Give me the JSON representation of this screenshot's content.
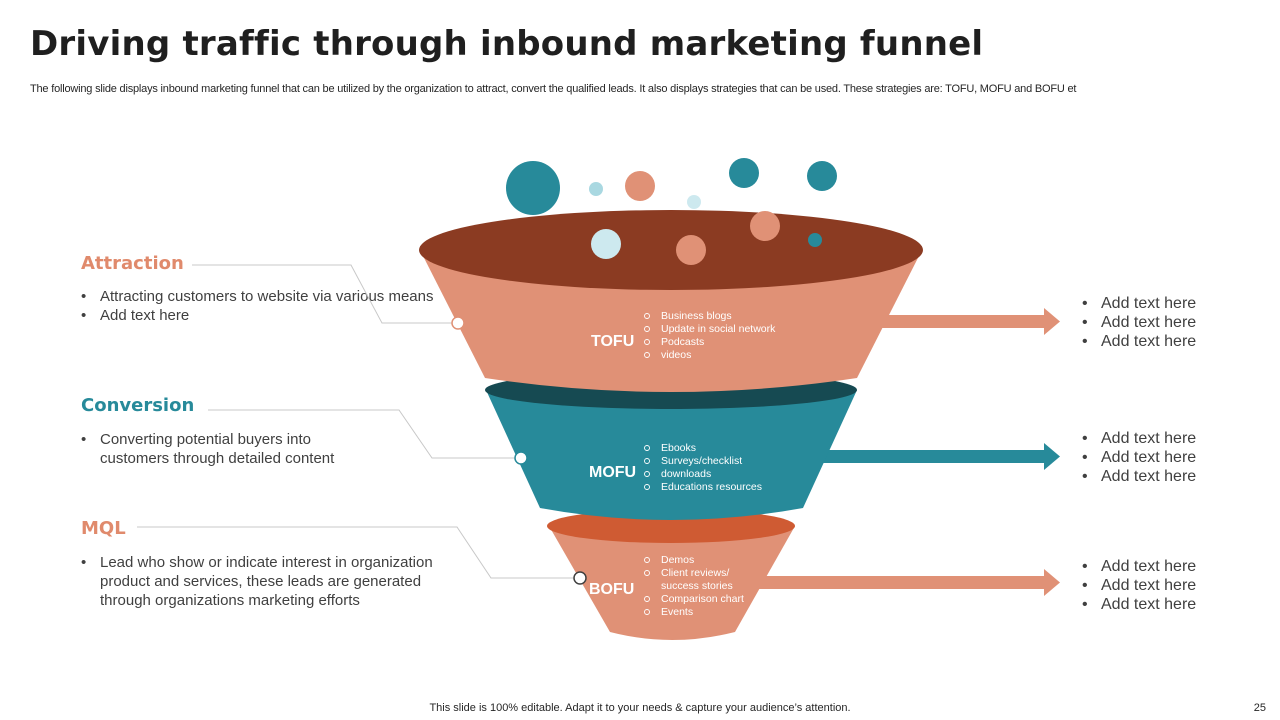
{
  "title": "Driving traffic through inbound marketing funnel",
  "subtitle": "The following slide displays inbound marketing funnel that can be utilized by the organization to attract, convert the qualified leads. It also displays strategies that can be used. These strategies are: TOFU, MOFU  and BOFU et",
  "colors": {
    "rim": "#8b3b22",
    "tofu": "#e09176",
    "mofu_rim": "#164a52",
    "mofu": "#278a9a",
    "bofu_rim": "#cf5b33",
    "bofu": "#e09176",
    "attraction": "#e08a6c",
    "conversion": "#278a9a",
    "mql": "#e08a6c"
  },
  "stages": [
    {
      "title": "Attraction",
      "bullets": [
        "Attracting customers to website via various means",
        "Add text here"
      ]
    },
    {
      "title": "Conversion",
      "bullets": [
        "Converting potential buyers into customers through  detailed content"
      ]
    },
    {
      "title": "MQL",
      "bullets": [
        "Lead who show or indicate interest in organization product and services, these leads are generated through organizations marketing efforts"
      ]
    }
  ],
  "funnel": [
    {
      "label": "TOFU",
      "items": [
        "Business blogs",
        "Update in social network",
        "Podcasts",
        "videos"
      ],
      "outputs": [
        "Add text here",
        "Add text here",
        "Add text here"
      ]
    },
    {
      "label": "MOFU",
      "items": [
        "Ebooks",
        "Surveys/checklist",
        "downloads",
        "Educations resources"
      ],
      "outputs": [
        "Add text here",
        "Add text here",
        "Add text here"
      ]
    },
    {
      "label": "BOFU",
      "items": [
        "Demos",
        "Client reviews/",
        "success stories",
        "Comparison chart",
        "Events"
      ],
      "outputs": [
        "Add text here",
        "Add text here",
        "Add text here"
      ]
    }
  ],
  "footer": "This slide is 100% editable. Adapt it to your needs & capture your audience’s attention.",
  "page_number": "25"
}
